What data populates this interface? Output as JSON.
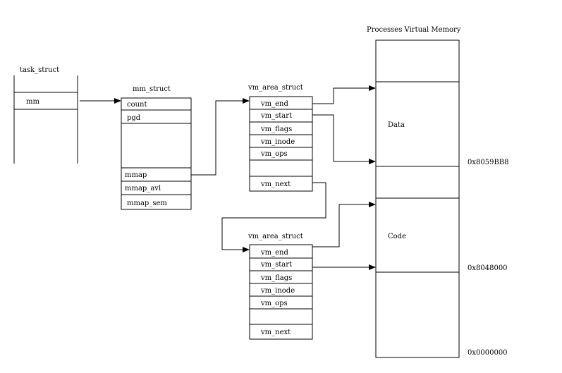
{
  "task_struct": {
    "title": "task_struct",
    "field": "mm"
  },
  "mm_struct": {
    "title": "mm_struct",
    "fields": [
      "count",
      "pgd",
      "mmap",
      "mmap_avl",
      "mmap_sem"
    ]
  },
  "vma_top": {
    "title": "vm_area_struct",
    "fields": [
      "vm_end",
      "vm_start",
      "vm_flags",
      "vm_inode",
      "vm_ops",
      "vm_next"
    ]
  },
  "vma_bottom": {
    "title": "vm_area_struct",
    "fields": [
      "vm_end",
      "vm_start",
      "vm_flags",
      "vm_inode",
      "vm_ops",
      "vm_next"
    ]
  },
  "virtual_memory": {
    "title": "Processes Virtual Memory",
    "regions": [
      "Data",
      "Code"
    ],
    "addresses": [
      "0x8059BB8",
      "0x8048000",
      "0x0000000"
    ]
  }
}
